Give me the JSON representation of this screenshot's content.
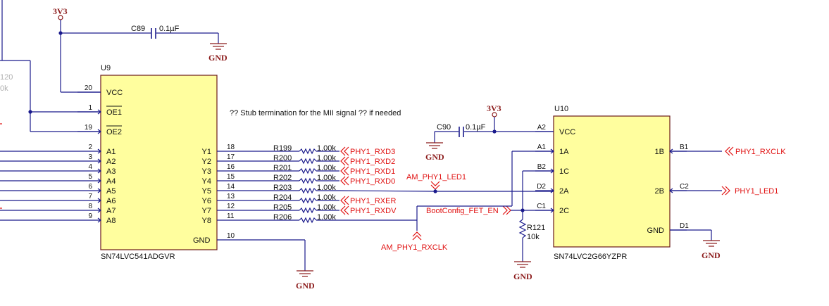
{
  "power": {
    "v3v3": "3V3",
    "gnd": "GND"
  },
  "partial_left": {
    "label_top": "120",
    "label_bottom": "0k"
  },
  "u9": {
    "ref": "U9",
    "part": "SN74LVC541ADGVR",
    "pins_left": [
      {
        "name": "VCC",
        "num": "20"
      },
      {
        "name": "OE1",
        "num": "1"
      },
      {
        "name": "OE2",
        "num": "19"
      },
      {
        "name": "A1",
        "num": "2"
      },
      {
        "name": "A2",
        "num": "3"
      },
      {
        "name": "A3",
        "num": "4"
      },
      {
        "name": "A4",
        "num": "5"
      },
      {
        "name": "A5",
        "num": "6"
      },
      {
        "name": "A6",
        "num": "7"
      },
      {
        "name": "A7",
        "num": "8"
      },
      {
        "name": "A8",
        "num": "9"
      }
    ],
    "pins_right": [
      {
        "name": "Y1",
        "num": "18"
      },
      {
        "name": "Y2",
        "num": "17"
      },
      {
        "name": "Y3",
        "num": "16"
      },
      {
        "name": "Y4",
        "num": "15"
      },
      {
        "name": "Y5",
        "num": "14"
      },
      {
        "name": "Y6",
        "num": "13"
      },
      {
        "name": "Y7",
        "num": "12"
      },
      {
        "name": "Y8",
        "num": "11"
      }
    ],
    "gnd_pin": {
      "name": "GND",
      "num": "10"
    }
  },
  "resistors_bank": [
    {
      "ref": "R199",
      "val": "1.00k",
      "net": "PHY1_RXD3"
    },
    {
      "ref": "R200",
      "val": "1.00k",
      "net": "PHY1_RXD2"
    },
    {
      "ref": "R201",
      "val": "1.00k",
      "net": "PHY1_RXD1"
    },
    {
      "ref": "R202",
      "val": "1.00k",
      "net": "PHY1_RXD0"
    },
    {
      "ref": "R203",
      "val": "1.00k",
      "net": ""
    },
    {
      "ref": "R204",
      "val": "1.00k",
      "net": "PHY1_RXER"
    },
    {
      "ref": "R205",
      "val": "1.00k",
      "net": "PHY1_RXDV"
    },
    {
      "ref": "R206",
      "val": "1.00k",
      "net": ""
    }
  ],
  "c89": {
    "ref": "C89",
    "val": "0.1µF"
  },
  "c90": {
    "ref": "C90",
    "val": "0.1µF"
  },
  "note": "?? Stub termination for the MII signal ?? if needed",
  "nets": {
    "am_led1": "AM_PHY1_LED1",
    "am_rxclk": "AM_PHY1_RXCLK",
    "bootcfg": "BootConfig_FET_EN",
    "phy_rxclk": "PHY1_RXCLK",
    "phy_led1": "PHY1_LED1"
  },
  "r121": {
    "ref": "R121",
    "val": "10k"
  },
  "u10": {
    "ref": "U10",
    "part": "SN74LVC2G66YZPR",
    "pins_left": [
      {
        "name": "VCC",
        "num": "A2"
      },
      {
        "name": "1A",
        "num": "A1"
      },
      {
        "name": "1C",
        "num": "B2"
      },
      {
        "name": "2A",
        "num": "D2"
      },
      {
        "name": "2C",
        "num": "C1"
      }
    ],
    "pins_right": [
      {
        "name": "1B",
        "num": "B1"
      },
      {
        "name": "2B",
        "num": "C2"
      },
      {
        "name": "GND",
        "num": "D1"
      }
    ]
  }
}
